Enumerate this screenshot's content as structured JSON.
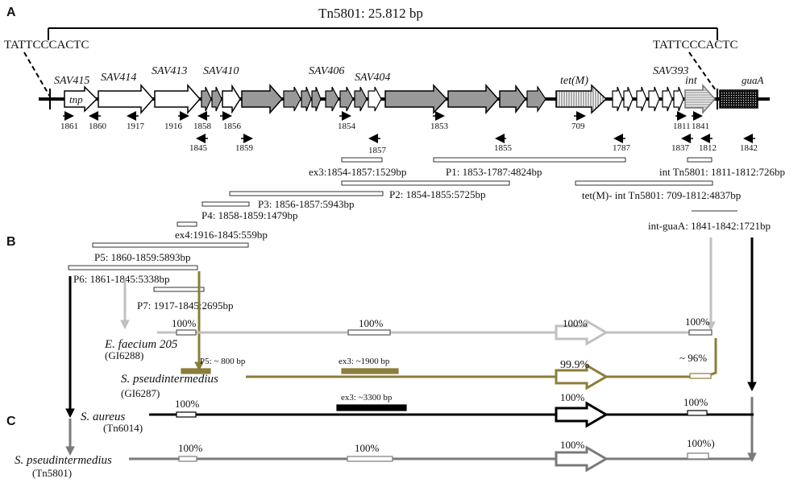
{
  "panels": {
    "a": "A",
    "b": "B",
    "c": "C"
  },
  "title": "Tn5801: 25.812 bp",
  "repeat_left": "TATTCCCACTC",
  "repeat_right": "TATTCCCACTC",
  "genes": {
    "sav415": "SAV415",
    "sav414": "SAV414",
    "sav413": "SAV413",
    "sav410": "SAV410",
    "sav406": "SAV406",
    "sav404": "SAV404",
    "tetm": "tet(M)",
    "sav393": "SAV393",
    "int": "int",
    "guaa": "guaA",
    "tnp": "tnp"
  },
  "primers": [
    "1861",
    "1860",
    "1917",
    "1916",
    "1858",
    "1856",
    "1854",
    "1853",
    "709",
    "1811",
    "1841",
    "1845",
    "1859",
    "1857",
    "1855",
    "1787",
    "1837",
    "1812",
    "1842"
  ],
  "amplicons": {
    "ex3": "ex3:1854-1857:1529bp",
    "p1": "P1: 1853-1787:4824bp",
    "int_int": "int Tn5801: 1811-1812:726bp",
    "p2": "P2: 1854-1855:5725bp",
    "tet_int": "tet(M)- int Tn5801: 709-1812:4837bp",
    "p3": "P3: 1856-1857:5943bp",
    "p4": "P4: 1858-1859:1479bp",
    "int_gua": "int-guaA: 1841-1842:1721bp",
    "ex4": "ex4:1916-1845:559bp",
    "p5": "P5: 1860-1859:5893bp",
    "p6": "P6: 1861-1845:5338bp",
    "p7": "P7: 1917-1845:2695bp"
  },
  "colors": {
    "light": "#c0c0c0",
    "olive": "#8b7d3a",
    "black": "#000000",
    "grey": "#7a7a7a",
    "fill": "#a0a0a0"
  },
  "strains": [
    {
      "id": "efaecium",
      "name": "E. faecium 205",
      "island": "(GI6288)",
      "p1": "100%",
      "p2": "100%",
      "p3": "100%",
      "p4": "100%"
    },
    {
      "id": "spi1",
      "name": "S. pseudintermedius",
      "island": "(GI6287)",
      "p1": "P5: ~ 800 bp",
      "p2": "ex3: ~1900 bp",
      "p3": "99.9%",
      "p4": "~ 96%"
    },
    {
      "id": "saureus",
      "name": "S. aureus",
      "island": "(Tn6014)",
      "p1": "100%",
      "p2": "ex3: ~3300 bp",
      "p3": "100%",
      "p4": "100%"
    },
    {
      "id": "spi2",
      "name": "S. pseudintermedius",
      "island": "(Tn5801)",
      "p1": "100%",
      "p2": "100%",
      "p3": "100%",
      "p4": "100%)"
    }
  ]
}
